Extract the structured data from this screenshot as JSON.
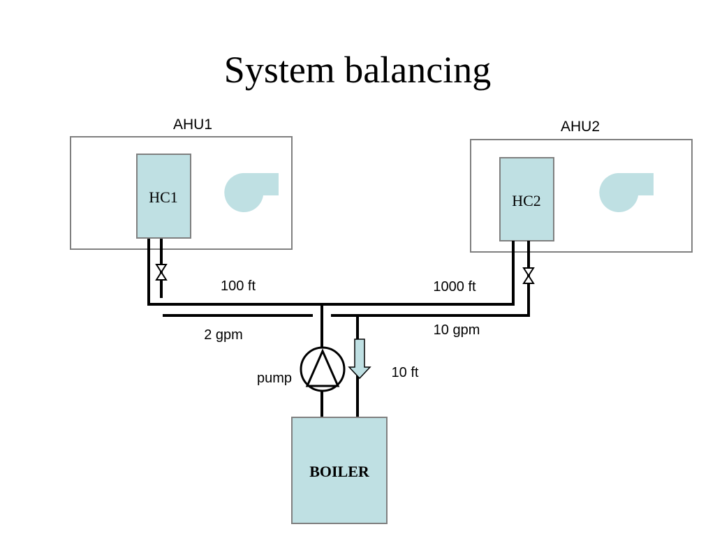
{
  "title": "System balancing",
  "units": {
    "ahu1": {
      "label": "AHU1",
      "coil": "HC1"
    },
    "ahu2": {
      "label": "AHU2",
      "coil": "HC2"
    }
  },
  "boiler": {
    "label": "BOILER"
  },
  "pump": {
    "label": "pump"
  },
  "annotations": {
    "pipe_length_left": "100 ft",
    "pipe_length_right": "1000 ft",
    "flow_left": "2 gpm",
    "flow_right": "10 gpm",
    "head": "10 ft"
  },
  "colors": {
    "fill": "#bfe0e3",
    "box_stroke": "#7f7f7f",
    "pipe": "#000000"
  }
}
